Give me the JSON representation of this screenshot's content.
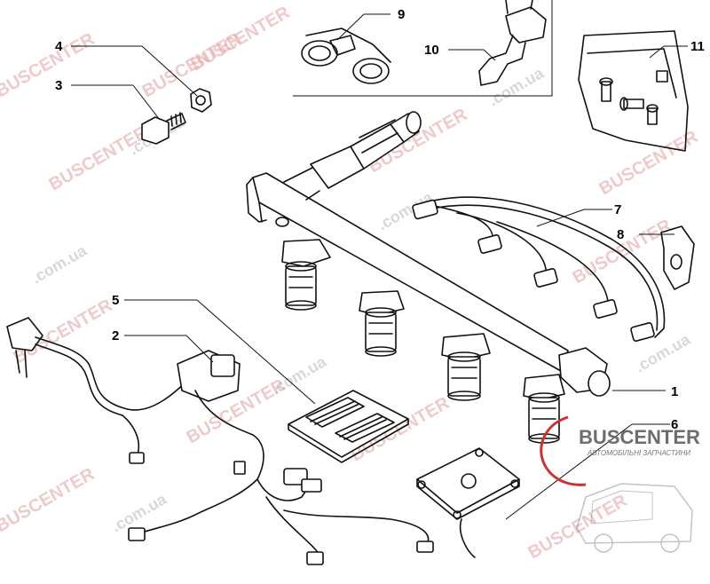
{
  "diagram": {
    "callouts": [
      {
        "id": "c1",
        "label": "1"
      },
      {
        "id": "c2",
        "label": "2"
      },
      {
        "id": "c3",
        "label": "3"
      },
      {
        "id": "c4",
        "label": "4"
      },
      {
        "id": "c5",
        "label": "5"
      },
      {
        "id": "c6",
        "label": "6"
      },
      {
        "id": "c7",
        "label": "7"
      },
      {
        "id": "c8",
        "label": "8"
      },
      {
        "id": "c9",
        "label": "9"
      },
      {
        "id": "c10",
        "label": "10"
      },
      {
        "id": "c11",
        "label": "11"
      }
    ],
    "watermark": {
      "brand": "BUSCENTER",
      "domain": ".com.ua"
    },
    "logo": {
      "brand": "BUSCENTER",
      "tagline": "АВТОМОБІЛЬНІ ЗАПЧАСТИНИ",
      "accent_color": "#d32f2f"
    }
  }
}
